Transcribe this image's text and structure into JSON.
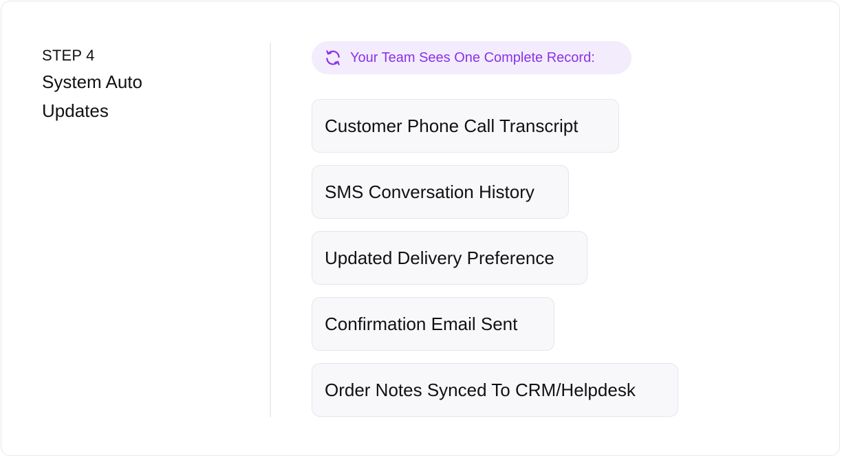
{
  "step": {
    "label": "STEP 4",
    "title": "System Auto Updates"
  },
  "record": {
    "header_icon": "refresh-icon",
    "header_text": "Your Team Sees One Complete Record:",
    "accent_color": "#8a32e6",
    "items": [
      "Customer Phone Call Transcript",
      "SMS Conversation History",
      "Updated Delivery Preference",
      "Confirmation Email Sent",
      "Order Notes Synced To CRM/Helpdesk"
    ]
  }
}
